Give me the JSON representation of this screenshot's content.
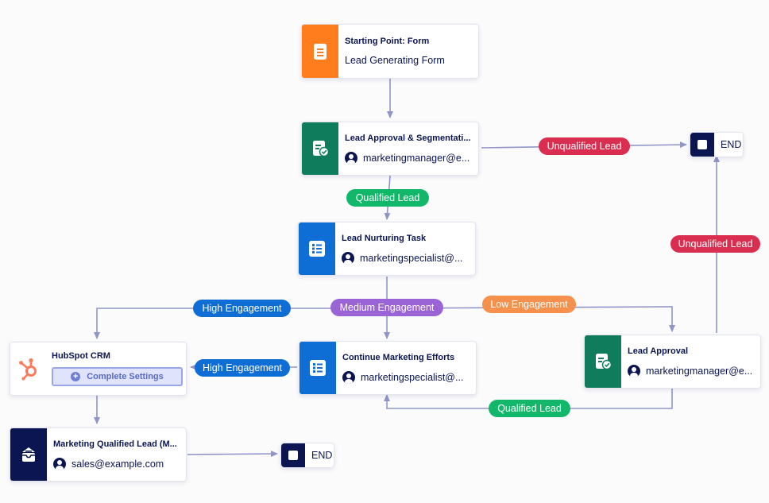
{
  "colors": {
    "navy": "#0a1551",
    "orange": "#ff7d1c",
    "teal": "#0f7d5b",
    "blue": "#0f6ed6",
    "green": "#12b76a",
    "red": "#d92e4f",
    "purple": "#9a63d6",
    "peach": "#f6914d",
    "connector": "#8f96c7"
  },
  "nodes": {
    "start": {
      "title": "Starting Point: Form",
      "subtitle": "Lead Generating Form",
      "icon": "form-icon"
    },
    "approval_segmentation": {
      "title": "Lead Approval & Segmentati...",
      "assignee": "marketingmanager@e...",
      "icon": "approval-icon"
    },
    "nurturing": {
      "title": "Lead Nurturing Task",
      "assignee": "marketingspecialist@...",
      "icon": "task-list-icon"
    },
    "continue_marketing": {
      "title": "Continue Marketing Efforts",
      "assignee": "marketingspecialist@...",
      "icon": "task-list-icon"
    },
    "lead_approval": {
      "title": "Lead Approval",
      "assignee": "marketingmanager@e...",
      "icon": "approval-icon"
    },
    "hubspot": {
      "title": "HubSpot CRM",
      "button": "Complete Settings",
      "icon": "hubspot-icon"
    },
    "mql": {
      "title": "Marketing Qualified Lead (M...",
      "assignee": "sales@example.com",
      "icon": "inbox-icon"
    },
    "end_top": {
      "label": "END"
    },
    "end_bottom": {
      "label": "END"
    }
  },
  "edge_labels": {
    "unqualified_top": "Unqualified Lead",
    "qualified_top": "Qualified Lead",
    "high_engagement_top": "High Engagement",
    "medium_engagement": "Medium Engagement",
    "low_engagement": "Low Engagement",
    "unqualified_right": "Unqualified Lead",
    "high_engagement_mid": "High Engagement",
    "qualified_bottom": "Qualified Lead"
  }
}
